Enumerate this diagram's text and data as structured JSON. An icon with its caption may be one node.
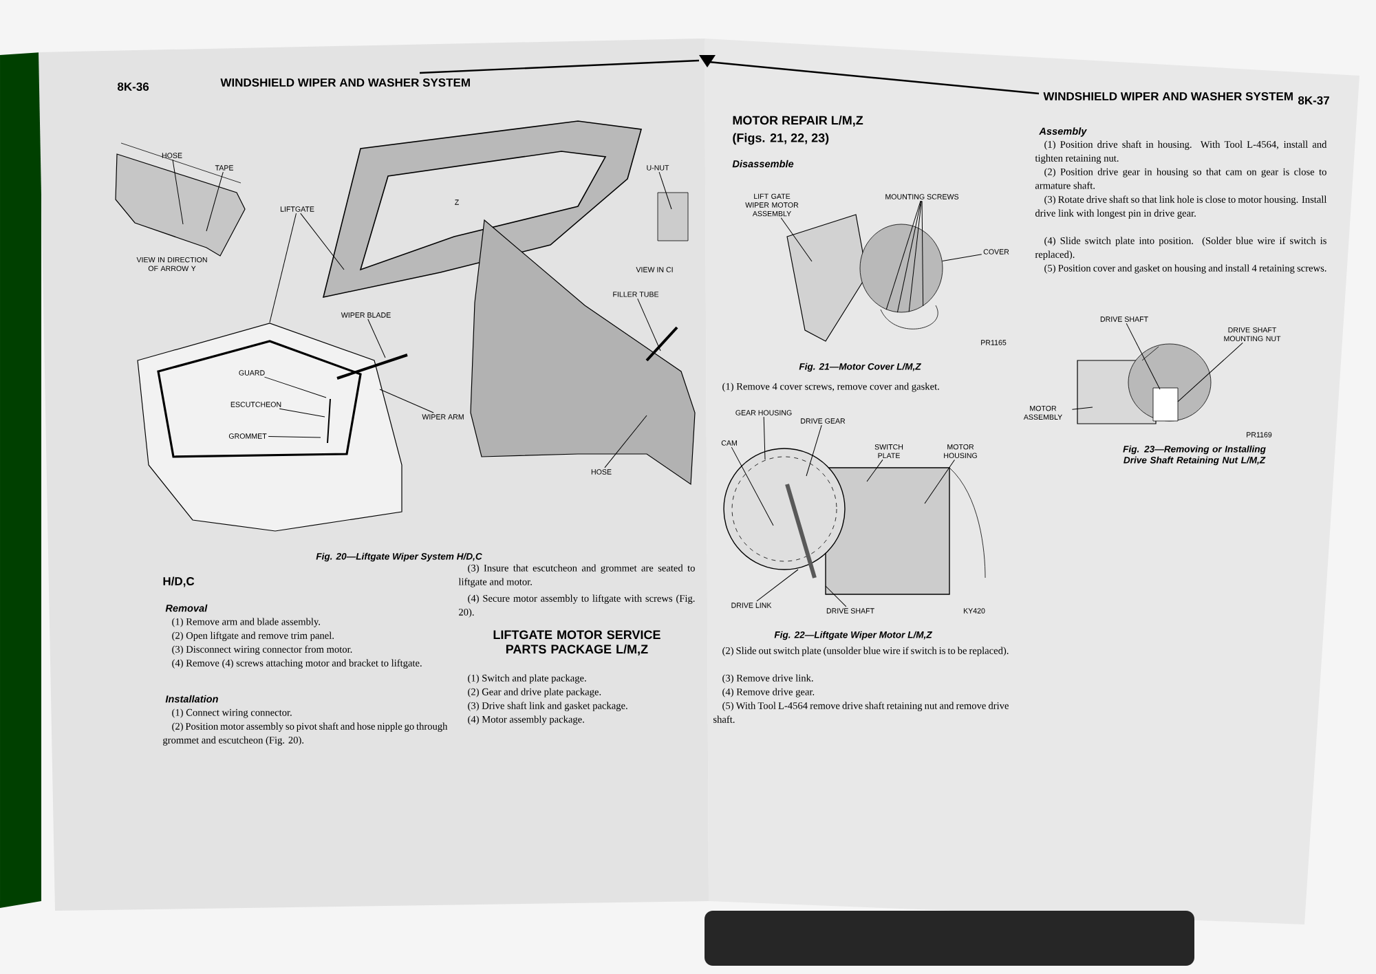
{
  "diagram": {
    "nodes": [
      {
        "text": [
          "HOSE"
        ]
      },
      {
        "text": [
          "TAPE"
        ]
      },
      {
        "text": [
          "LIFTGATE"
        ]
      },
      {
        "text": [
          "WIPER BLADE"
        ]
      },
      {
        "text": [
          "GUARD"
        ],
        "in": 24
      },
      {
        "text": [
          "ESCUTCHEON"
        ],
        "in": 24
      },
      {
        "text": [
          "GROMMET"
        ],
        "in": 24
      },
      {
        "text": [
          "WIPER ARM"
        ]
      },
      {
        "text": [
          "U-NUT"
        ]
      },
      {
        "text": [
          "FILLER TUBE"
        ]
      },
      {
        "text": [
          "HOSE"
        ]
      },
      {
        "text": [
          "LIFT GATE WIPER MOTOR ASSEMBLY"
        ]
      },
      {
        "text": [
          "MOUNTING SCREWS"
        ]
      },
      {
        "text": [
          "COVER"
        ]
      },
      {
        "text": [
          "GEAR HOUSING"
        ]
      },
      {
        "text": [
          "DRIVE GEAR"
        ]
      },
      {
        "text": [
          "CAM"
        ]
      },
      {
        "text": [
          "SWITCH PLATE"
        ]
      },
      {
        "text": [
          "MOTOR HOUSING"
        ]
      },
      {
        "text": [
          "DRIVE LINK"
        ]
      },
      {
        "text": [
          "DRIVE SHAFT"
        ]
      },
      {
        "text": [
          "DRIVE SHAFT"
        ]
      },
      {
        "text": [
          "DRIVE SHAFT MOUNTING NUT"
        ]
      },
      {
        "text": [
          "MOTOR ASSEMBLY"
        ]
      },
      {
        "text": [],
        "shape": "picture"
      },
      {
        "text": [],
        "shape": "circle"
      },
      {
        "text": [],
        "shape": "picture"
      }
    ],
    "edges": [
      {
        "from": 0,
        "to": null,
        "arrow": "none"
      },
      {
        "from": 1,
        "to": null,
        "arrow": "none"
      },
      {
        "from": 2,
        "to": null,
        "arrow": "none"
      },
      {
        "from": 2,
        "to": 24,
        "arrow": "none"
      },
      {
        "from": 3,
        "to": 24,
        "arrow": "none"
      },
      {
        "from": 4,
        "to": 24,
        "arrow": "none"
      },
      {
        "from": 5,
        "to": 24,
        "arrow": "none"
      },
      {
        "from": 6,
        "to": 24,
        "arrow": "none"
      },
      {
        "from": 7,
        "to": 24,
        "arrow": "none"
      },
      {
        "from": 8,
        "to": null,
        "arrow": "none"
      },
      {
        "from": 9,
        "to": null,
        "arrow": "none"
      },
      {
        "from": 10,
        "to": null,
        "arrow": "none"
      },
      {
        "from": 11,
        "to": null,
        "arrow": "none"
      },
      {
        "from": 12,
        "to": 25,
        "arrow": "none"
      },
      {
        "from": 12,
        "to": 25,
        "arrow": "none"
      },
      {
        "from": 12,
        "to": 25,
        "arrow": "none"
      },
      {
        "from": 12,
        "to": 25,
        "arrow": "none"
      },
      {
        "from": 13,
        "to": 25,
        "arrow": "none"
      },
      {
        "from": 14,
        "to": null,
        "arrow": "none"
      },
      {
        "from": 15,
        "to": null,
        "arrow": "none"
      },
      {
        "from": 16,
        "to": null,
        "arrow": "none"
      },
      {
        "from": 17,
        "to": null,
        "arrow": "none"
      },
      {
        "from": 18,
        "to": null,
        "arrow": "none"
      },
      {
        "from": 19,
        "to": null,
        "arrow": "none"
      },
      {
        "from": 20,
        "to": null,
        "arrow": "none"
      },
      {
        "from": 21,
        "to": 26,
        "arrow": "none"
      },
      {
        "from": 22,
        "to": 26,
        "arrow": "none"
      },
      {
        "from": 23,
        "to": 26,
        "arrow": "none"
      }
    ],
    "labels": [
      "8K-36",
      "WINDSHIELD WIPER AND WASHER SYSTEM",
      "VIEW IN DIRECTION OF ARROW Y",
      "Z",
      "VIEW IN CI",
      "Fig. 20—Liftgate Wiper System H/D,C",
      "H/D,C",
      "Removal",
      "(1) Remove arm and blade assembly.",
      "(2) Open liftgate and remove trim panel.",
      "(3) Disconnect wiring connector from motor.",
      "(4) Remove (4) screws attaching motor and bracket to liftgate.",
      "Installation",
      "(1) Connect wiring connector.",
      "(2) Position motor assembly so pivot shaft and hose nipple go through grommet and escutcheon (Fig. 20).",
      "(3) Insure that escutcheon and grommet are seated to liftgate and motor.",
      "(4) Secure motor assembly to liftgate with screws (Fig. 20).",
      "LIFTGATE MOTOR SERVICE PARTS PACKAGE L/M,Z",
      "(1) Switch and plate package.",
      "(2) Gear and drive plate package.",
      "(3) Drive shaft link and gasket package.",
      "(4) Motor assembly package.",
      "MOTOR REPAIR L/M,Z",
      "(Figs. 21, 22, 23)",
      "Disassemble",
      "PR1165",
      "Fig. 21—Motor Cover L/M,Z",
      "(1) Remove 4 cover screws, remove cover and gasket.",
      "KY420",
      "Fig. 22—Liftgate Wiper Motor L/M,Z",
      "(2) Slide out switch plate (unsolder blue wire if switch is to be replaced).",
      "(3) Remove drive link.",
      "(4) Remove drive gear.",
      "(5) With Tool L-4564 remove drive shaft retaining nut and remove drive shaft.",
      "WINDSHIELD WIPER AND WASHER SYSTEM",
      "8K-37",
      "Assembly",
      "(1) Position drive shaft in housing. With Tool L-4564, install and tighten retaining nut.",
      "(2) Position drive gear in housing so that cam on gear is close to armature shaft.",
      "(3) Rotate drive shaft so that link hole is close to motor housing. Install drive link with longest pin in drive gear.",
      "(4) Slide switch plate into position. (Solder blue wire if switch is replaced).",
      "(5) Position cover and gasket on housing and install 4 retaining screws.",
      "PR1169",
      "Fig. 23—Removing or Installing Drive Shaft Retaining Nut L/M,Z"
    ]
  }
}
